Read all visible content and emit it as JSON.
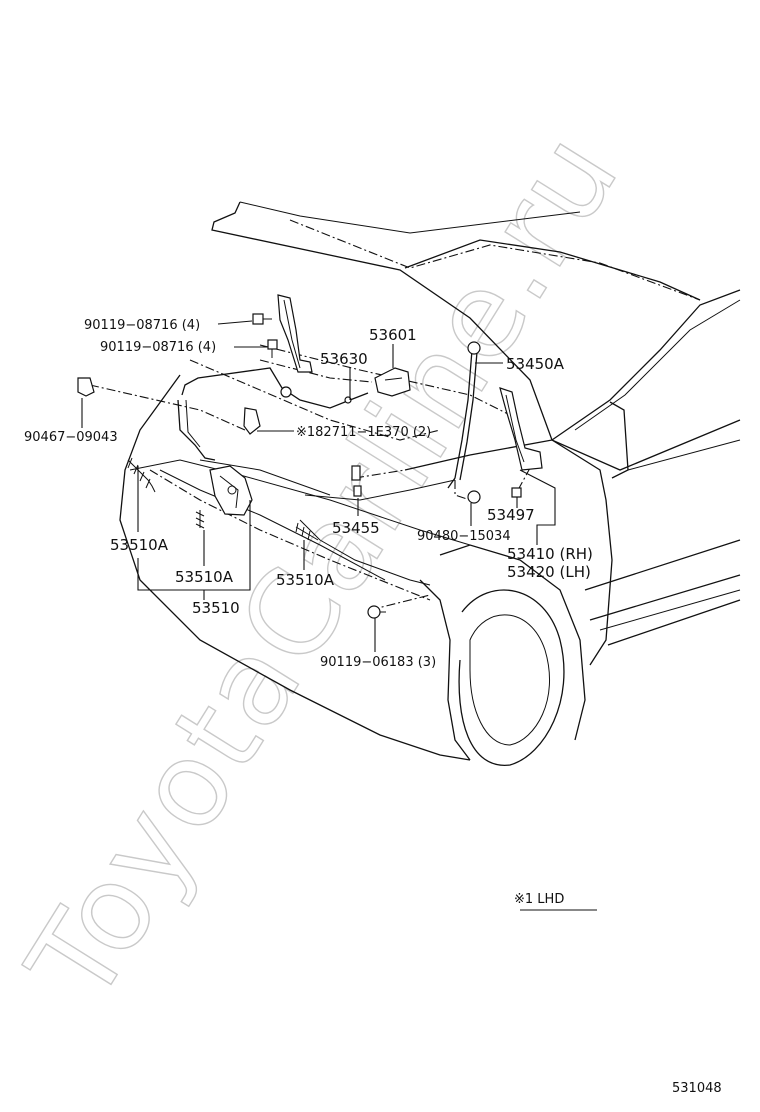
{
  "watermark": "ToyotaCarline.ru",
  "diagram_code": "531048",
  "note": "※1  LHD",
  "parts": {
    "p_90119_08716_a": "90119−08716 (4)",
    "p_90119_08716_b": "90119−08716 (4)",
    "p_90467_09043": "90467−09043",
    "p_53601": "53601",
    "p_53630": "53630",
    "p_53450A": "53450A",
    "p_182711": "※182711−1E370 (2)",
    "p_53510A_1": "53510A",
    "p_53510A_2": "53510A",
    "p_53510A_3": "53510A",
    "p_53510": "53510",
    "p_53455": "53455",
    "p_90480_15034": "90480−15034",
    "p_53497": "53497",
    "p_53410": "53410 (RH)",
    "p_53420": "53420 (LH)",
    "p_90119_06183": "90119−06183 (3)"
  }
}
